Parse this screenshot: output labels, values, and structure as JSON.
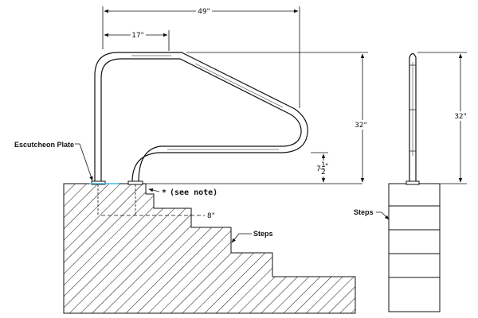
{
  "dimensions": {
    "overall_width": "49\"",
    "offset_width": "17\"",
    "height_side": "32\"",
    "height_end": "32\"",
    "rise_whole": "7",
    "rise_num": "1",
    "rise_den": "2",
    "rise_inch": "\"",
    "depth": "8\""
  },
  "labels": {
    "escutcheon": "Escutcheon Plate",
    "steps_side": "Steps",
    "steps_end": "Steps",
    "note_star": "*",
    "note": "(see note)"
  },
  "colors": {
    "line": "#111111",
    "escutcheon_accent": "#4fb3e8"
  }
}
